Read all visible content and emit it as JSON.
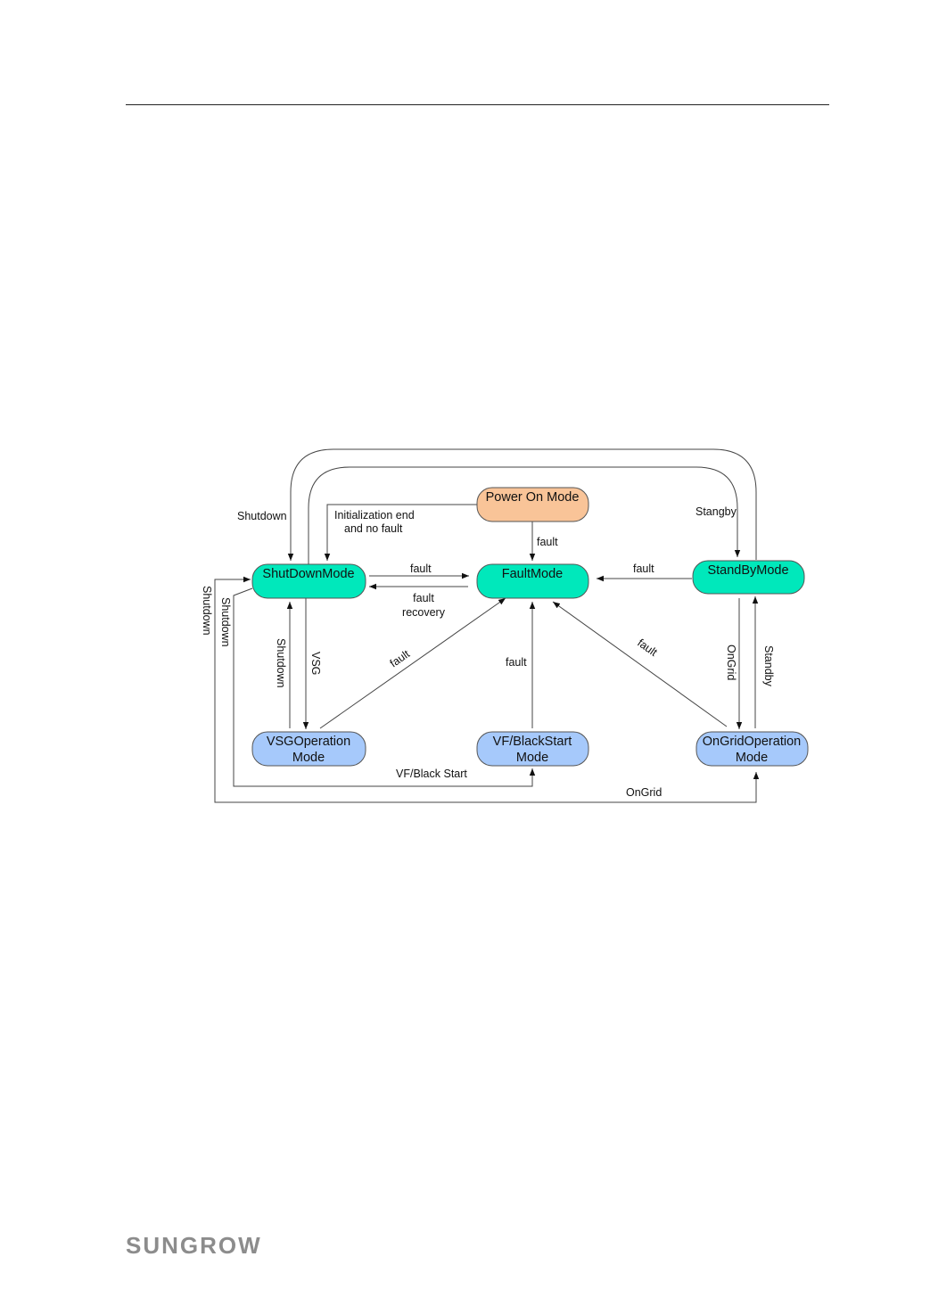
{
  "colors": {
    "node_teal": "#00e8bb",
    "node_blue": "#a6c9fb",
    "node_orange": "#f9c498",
    "line": "#333333",
    "logo": "#8c8c8c"
  },
  "nodes": {
    "power_on": {
      "line1": "Power On Mode",
      "line2": ""
    },
    "shutdown_mode": {
      "line1": "ShutDownMode",
      "line2": ""
    },
    "fault_mode": {
      "line1": "FaultMode",
      "line2": ""
    },
    "standby_mode": {
      "line1": "StandByMode",
      "line2": ""
    },
    "vsg_operation": {
      "line1": "VSGOperation",
      "line2": "Mode"
    },
    "vf_blackstart": {
      "line1": "VF/BlackStart",
      "line2": "Mode"
    },
    "ongrid_operation": {
      "line1": "OnGridOperation",
      "line2": "Mode"
    }
  },
  "edges": {
    "shutdown_top": "Shutdown",
    "init_end_1": "Initialization end",
    "init_end_2": "and no fault",
    "stangby_top": "Stangby",
    "poweron_fault": "fault",
    "shutdown_to_fault": "fault",
    "fault_recovery_1": "fault",
    "fault_recovery_2": "recovery",
    "standby_to_fault": "fault",
    "outer_shutdown": "Shutdown",
    "inner_shutdown": "Shutdown",
    "vsg_shutdown": "Shutdown",
    "vsg": "VSG",
    "vsg_fault": "fault",
    "vf_fault": "fault",
    "ongrid_fault": "fault",
    "ongrid_vertical": "OnGrid",
    "standby_vertical": "Standby",
    "vf_black_start": "VF/Black Start",
    "ongrid_bottom": "OnGrid"
  },
  "logo": {
    "text": "SUNGROW"
  }
}
